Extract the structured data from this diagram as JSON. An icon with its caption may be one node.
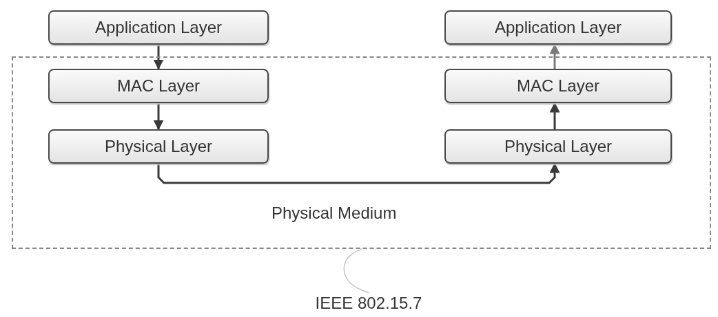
{
  "diagram": {
    "nodes": [
      {
        "text": [
          "Application Layer"
        ]
      },
      {
        "text": [
          "Application Layer"
        ]
      },
      {
        "text": [
          "Physical Medium"
        ]
      },
      {
        "text": [
          "MAC Layer"
        ],
        "in": 2
      },
      {
        "text": [
          "MAC Layer"
        ],
        "in": 2
      },
      {
        "text": [
          "Physical Layer"
        ],
        "in": 2
      },
      {
        "text": [
          "Physical Layer"
        ],
        "in": 2
      },
      {
        "text": [
          "IEEE 802.15.7"
        ]
      }
    ],
    "edges": [
      {
        "from": 0,
        "to": 3,
        "arrow": "to"
      },
      {
        "from": 3,
        "to": 5,
        "arrow": "to"
      },
      {
        "from": 5,
        "to": 6,
        "arrow": "to"
      },
      {
        "from": 6,
        "to": 4,
        "arrow": "to"
      },
      {
        "from": 4,
        "to": 1,
        "arrow": "to",
        "color": "#7a7a7a"
      },
      {
        "from": 7,
        "to": 2,
        "arrow": "none",
        "color": "#c4c4c4"
      }
    ]
  }
}
